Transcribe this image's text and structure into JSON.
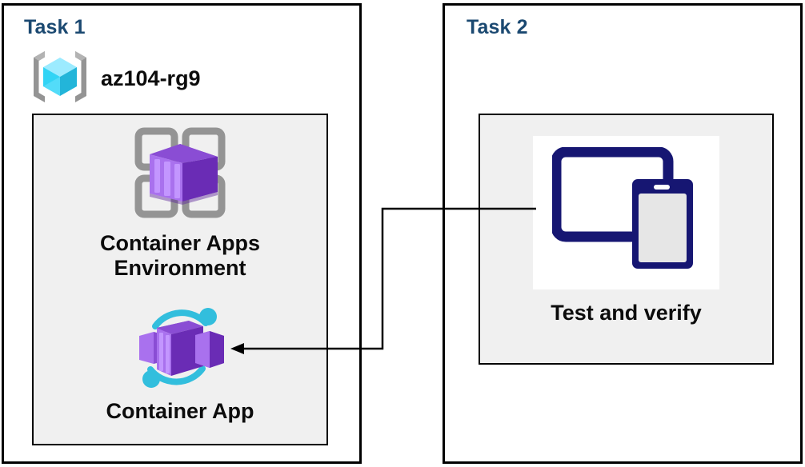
{
  "diagram": {
    "title_color": "#1b4971",
    "background": "#ffffff",
    "panel_background": "#f0f0f0",
    "border_color": "#000000"
  },
  "task1": {
    "title": "Task 1",
    "resource_group": {
      "icon": "azure-resource-group-icon",
      "label": "az104-rg9"
    },
    "resources": [
      {
        "icon": "container-apps-environment-icon",
        "label": "Container Apps\nEnvironment"
      },
      {
        "icon": "container-app-icon",
        "label": "Container App"
      }
    ]
  },
  "task2": {
    "title": "Task 2",
    "item": {
      "icon": "devices-test-icon",
      "label": "Test and verify"
    }
  },
  "connector": {
    "from": "Test and verify",
    "to": "Container App",
    "arrow_direction": "left",
    "color": "#000000"
  },
  "palette": {
    "task_title_blue": "#1b4971",
    "resource_group_cyan": "#32d4f5",
    "container_purple": "#7a38c1",
    "container_purple_light": "#b77af4",
    "grid_gray": "#949494",
    "device_navy": "#161672",
    "text_black": "#0c0c0c"
  }
}
